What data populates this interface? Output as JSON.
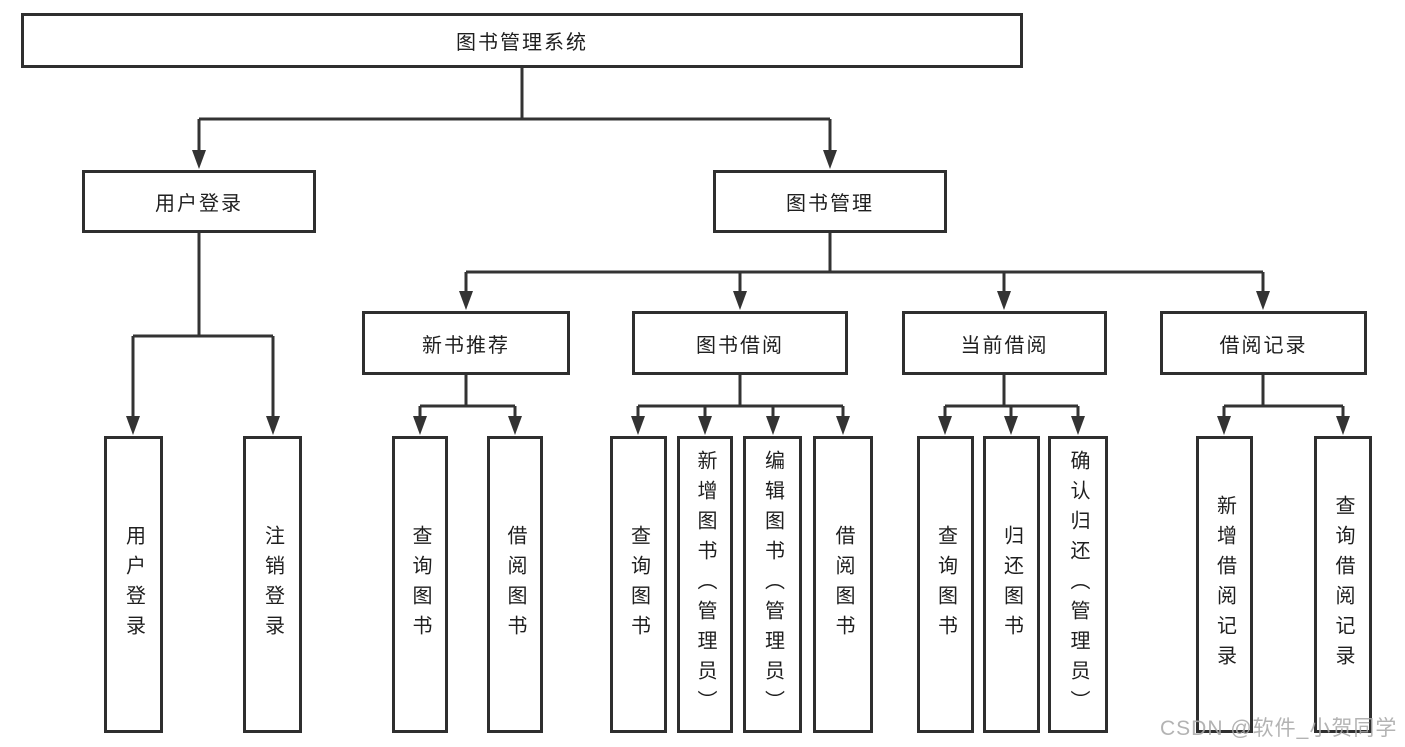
{
  "diagram": {
    "type": "hierarchy-tree",
    "root": {
      "label": "图书管理系统"
    },
    "branches": [
      {
        "label": "用户登录",
        "children": [
          {
            "label": "用户登录"
          },
          {
            "label": "注销登录"
          }
        ]
      },
      {
        "label": "图书管理",
        "children": [
          {
            "label": "新书推荐",
            "children": [
              {
                "label": "查询图书"
              },
              {
                "label": "借阅图书"
              }
            ]
          },
          {
            "label": "图书借阅",
            "children": [
              {
                "label": "查询图书"
              },
              {
                "label": "新增图书（管理员）"
              },
              {
                "label": "编辑图书（管理员）"
              },
              {
                "label": "借阅图书"
              }
            ]
          },
          {
            "label": "当前借阅",
            "children": [
              {
                "label": "查询图书"
              },
              {
                "label": "归还图书"
              },
              {
                "label": "确认归还（管理员）"
              }
            ]
          },
          {
            "label": "借阅记录",
            "children": [
              {
                "label": "新增借阅记录"
              },
              {
                "label": "查询借阅记录"
              }
            ]
          }
        ]
      }
    ]
  },
  "watermark": "CSDN @软件_小贺同学",
  "colors": {
    "line": "#333333",
    "box-border": "#2f2f2f",
    "box-fill": "#ffffff",
    "text": "#1f1f1f",
    "watermark": "rgba(168,168,168,0.88)"
  }
}
